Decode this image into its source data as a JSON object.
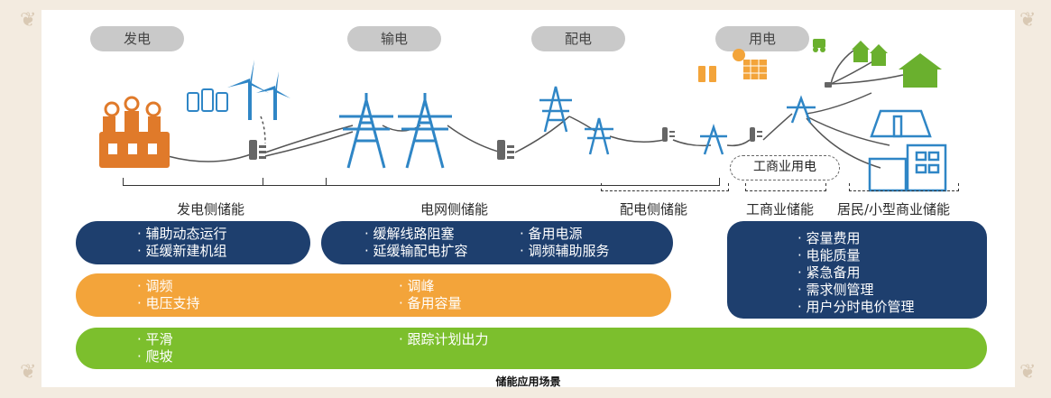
{
  "stages": {
    "generation": "发电",
    "transmission": "输电",
    "distribution": "配电",
    "consumption": "用电"
  },
  "industrial_box": "工商业用电",
  "section_labels": {
    "generation_side": "发电侧储能",
    "grid_side": "电网侧储能",
    "distribution_side": "配电侧储能",
    "commercial": "工商业储能",
    "residential": "居民/小型商业储能"
  },
  "bands": {
    "navy_left": {
      "col1": [
        "· 辅助动态运行",
        "· 延缓新建机组"
      ]
    },
    "navy_mid": {
      "col1": [
        "· 缓解线路阻塞",
        "· 延缓输配电扩容"
      ],
      "col2": [
        "· 备用电源",
        "· 调频辅助服务"
      ]
    },
    "navy_right": {
      "items": [
        "· 容量费用",
        "· 电能质量",
        "· 紧急备用",
        "· 需求侧管理",
        "· 用户分时电价管理"
      ]
    },
    "orange": {
      "col1": [
        "· 调频",
        "· 电压支持"
      ],
      "col2": [
        "· 调峰",
        "· 备用容量"
      ]
    },
    "green": {
      "col1": [
        "· 平滑",
        "· 爬坡"
      ],
      "col2": [
        "· 跟踪计划出力"
      ]
    }
  },
  "caption": "储能应用场景",
  "colors": {
    "navy": "#1e3f6e",
    "orange": "#f3a43a",
    "green": "#7cbf2d",
    "blue": "#2f86c6",
    "plant": "#e07a2a",
    "pill": "#c9c9c9"
  }
}
